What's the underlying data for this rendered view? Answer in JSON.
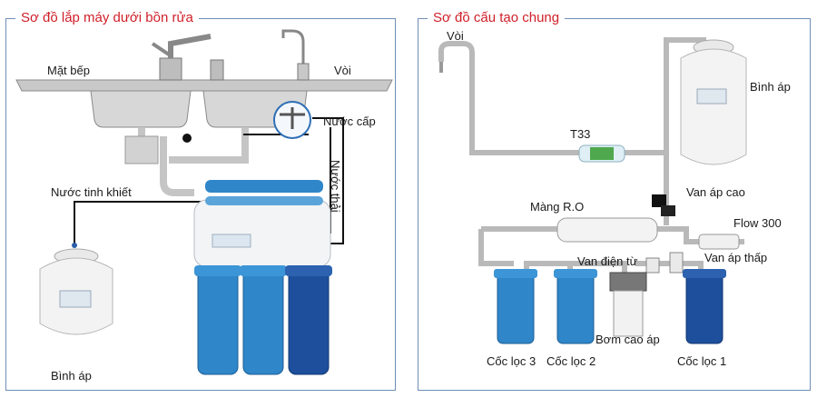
{
  "left_panel": {
    "title": "Sơ đồ lắp máy dưới bồn rửa",
    "labels": {
      "countertop": "Mặt bếp",
      "faucet": "Vòi",
      "feed_water": "Nước cấp",
      "waste_water": "Nước thải",
      "pure_water": "Nước tinh khiết",
      "tank": "Bình áp"
    }
  },
  "right_panel": {
    "title": "Sơ đồ cấu tạo chung",
    "labels": {
      "faucet": "Vòi",
      "tank": "Bình áp",
      "t33": "T33",
      "high_pressure_valve": "Van áp cao",
      "ro_membrane": "Màng R.O",
      "flow_restrictor": "Flow 300",
      "solenoid_valve": "Van điện từ",
      "low_pressure_valve": "Van áp thấp",
      "booster_pump": "Bơm cao áp",
      "filter_3": "Cốc lọc 3",
      "filter_2": "Cốc lọc 2",
      "filter_1": "Cốc lọc 1"
    }
  },
  "colors": {
    "border": "#6f8fb6",
    "title_text": "#d0202a",
    "filter_blue": "#2f86c8",
    "filter_dark_blue": "#1d4f9c",
    "pipe": "#111111"
  }
}
